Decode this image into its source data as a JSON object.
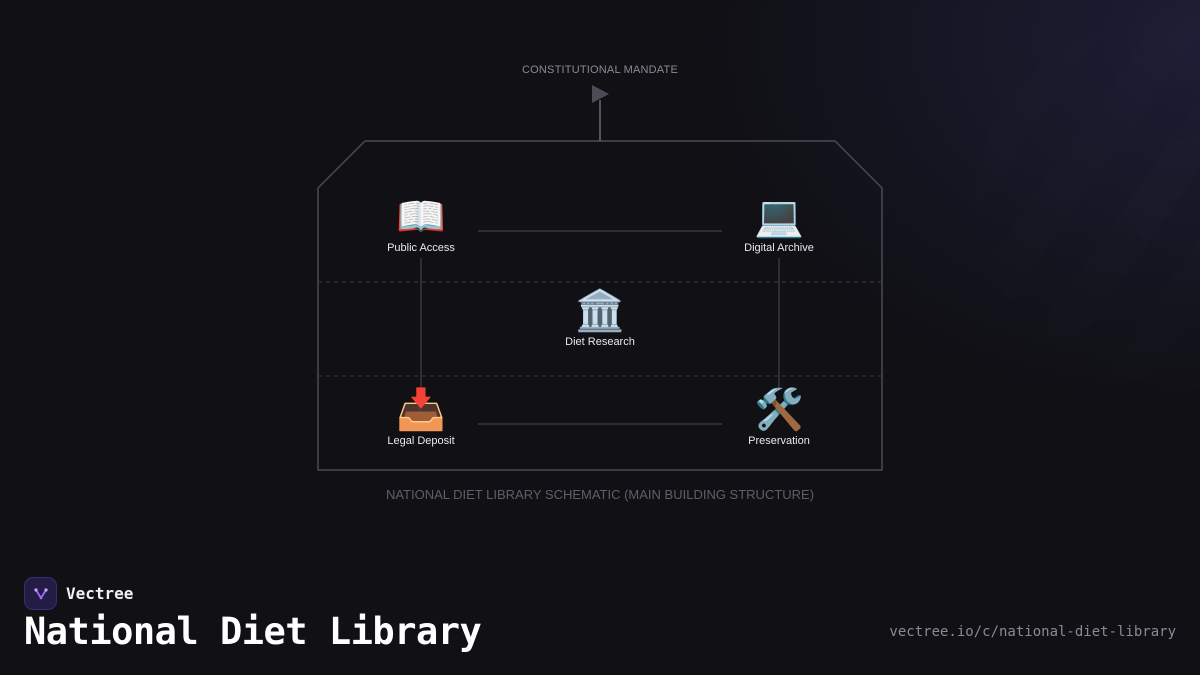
{
  "diagram": {
    "top_label": "CONSTITUTIONAL MANDATE",
    "caption": "NATIONAL DIET LIBRARY SCHEMATIC (MAIN BUILDING STRUCTURE)",
    "nodes": {
      "public_access": {
        "icon": "📖",
        "icon_name": "open-book-icon",
        "label": "Public Access"
      },
      "digital_archive": {
        "icon": "💻",
        "icon_name": "laptop-icon",
        "label": "Digital Archive"
      },
      "diet_research": {
        "icon": "🏛️",
        "icon_name": "classical-building-icon",
        "label": "Diet Research"
      },
      "legal_deposit": {
        "icon": "📥",
        "icon_name": "inbox-tray-icon",
        "label": "Legal Deposit"
      },
      "preservation": {
        "icon": "🛠️",
        "icon_name": "hammer-and-wrench-icon",
        "label": "Preservation"
      }
    }
  },
  "footer": {
    "brand_name": "Vectree",
    "title": "National Diet Library",
    "url": "vectree.io/c/national-diet-library"
  },
  "colors": {
    "background": "#101015",
    "outline": "#4a4a52",
    "label_text": "#e8e8ee",
    "muted_text": "#8a8a92",
    "brand_accent": "#a06bff"
  }
}
